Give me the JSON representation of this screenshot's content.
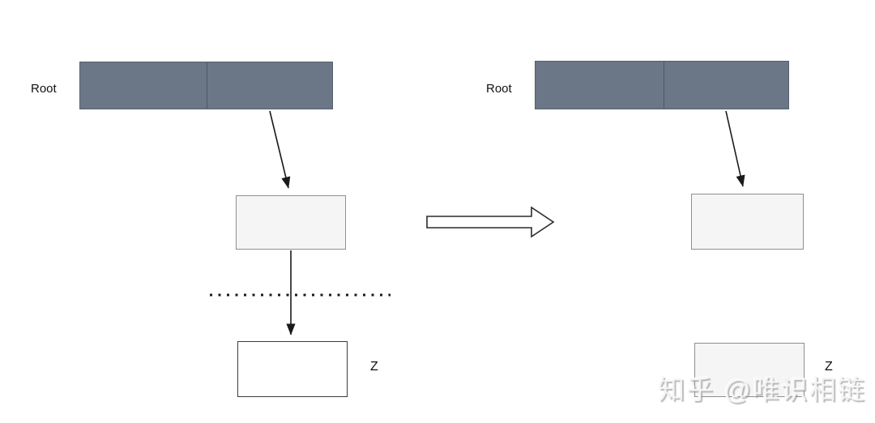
{
  "diagram": {
    "description": "Tree structure transformation: left tree shows Root pointing to an intermediate node linked (dotted cut line) to node Z; right tree shows result after detaching Z",
    "left_panel": {
      "root_label": "Root",
      "z_label": "Z"
    },
    "right_panel": {
      "root_label": "Root",
      "z_label": "Z"
    },
    "watermark": {
      "text": "知乎 @唯识相链"
    },
    "colors": {
      "node_bar_fill": "#6b7787",
      "node_bar_border": "#57616d",
      "light_node_fill": "#f5f5f5",
      "light_node_border": "#8f8f8f",
      "white_node_fill": "#ffffff",
      "white_node_border": "#3c3c3c",
      "connector": "#1a1a1a",
      "background": "#ffffff"
    }
  }
}
